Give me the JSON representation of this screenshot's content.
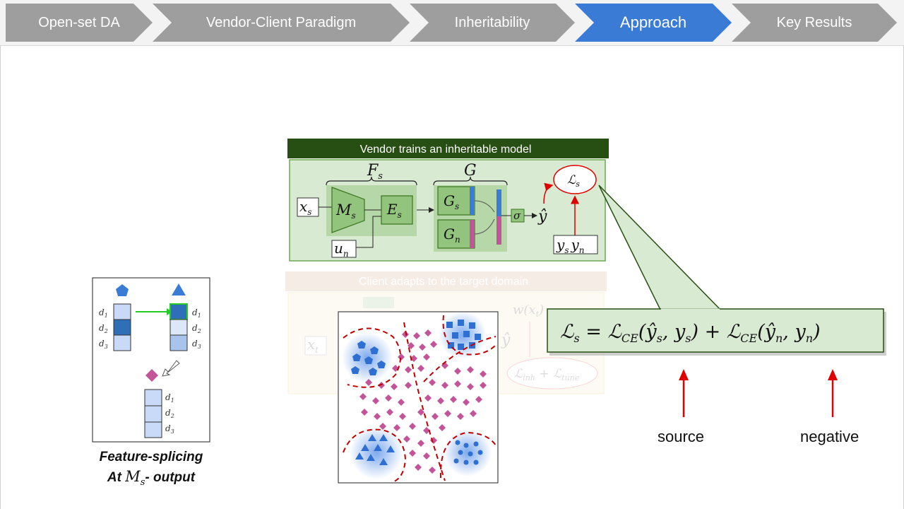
{
  "nav": {
    "steps": [
      {
        "label": "Open-set DA",
        "active": false
      },
      {
        "label": "Vendor-Client Paradigm",
        "active": false
      },
      {
        "label": "Inheritability",
        "active": false
      },
      {
        "label": "Approach",
        "active": true
      },
      {
        "label": "Key Results",
        "active": false
      }
    ],
    "colors": {
      "inactive": "#9e9e9e",
      "active": "#3a7bd5"
    }
  },
  "vendor_box": {
    "header": "Vendor trains an inheritable model",
    "Fs": "F",
    "Fs_sub": "s",
    "G": "G",
    "xs": "x",
    "xs_sub": "s",
    "Ms": "M",
    "Ms_sub": "s",
    "Es": "E",
    "Es_sub": "s",
    "Gs": "G",
    "Gs_sub": "s",
    "Gn": "G",
    "Gn_sub": "n",
    "un": "u",
    "un_sub": "n",
    "sigma": "σ",
    "yhat": "ŷ",
    "Ls": "ℒ",
    "Ls_sub": "s",
    "ys": "y",
    "ys_sub": "s",
    "yn": "y",
    "yn_sub": "n"
  },
  "client_box": {
    "header": "Client adapts to the target domain",
    "xt": "x",
    "xt_sub": "t",
    "w": "w(x",
    "w_sub": "t",
    "yhat": "ŷ",
    "loss": "ℒ",
    "loss_sub1": "inh",
    "loss_sub2": "tune"
  },
  "feature_splice": {
    "d_labels": [
      "d",
      "d",
      "d"
    ],
    "d_subs": [
      "1",
      "2",
      "3"
    ],
    "caption_line1": "Feature-splicing",
    "caption_line2_pre": "At ",
    "caption_math": "M",
    "caption_math_sub": "s",
    "caption_line2_post": "- output"
  },
  "equation": {
    "lhs": "ℒ",
    "lhs_sub": "s",
    "rhs": " = ℒ",
    "ce_sub": "CE",
    "args1": "(ŷ",
    "args1_sub": "s",
    "args1b": ", y",
    "args1b_sub": "s",
    "plus": ") + ℒ",
    "args2": "(ŷ",
    "args2_sub": "n",
    "args2b": ", y",
    "args2b_sub": "n",
    "close": ")"
  },
  "labels": {
    "source": "source",
    "negative": "negative"
  },
  "colors": {
    "green_dark": "#274e13",
    "green_box": "#d9ead3",
    "green_block": "#93c47d",
    "blue": "#3a7bd5",
    "pink": "#c2549a",
    "red": "#e00000"
  }
}
